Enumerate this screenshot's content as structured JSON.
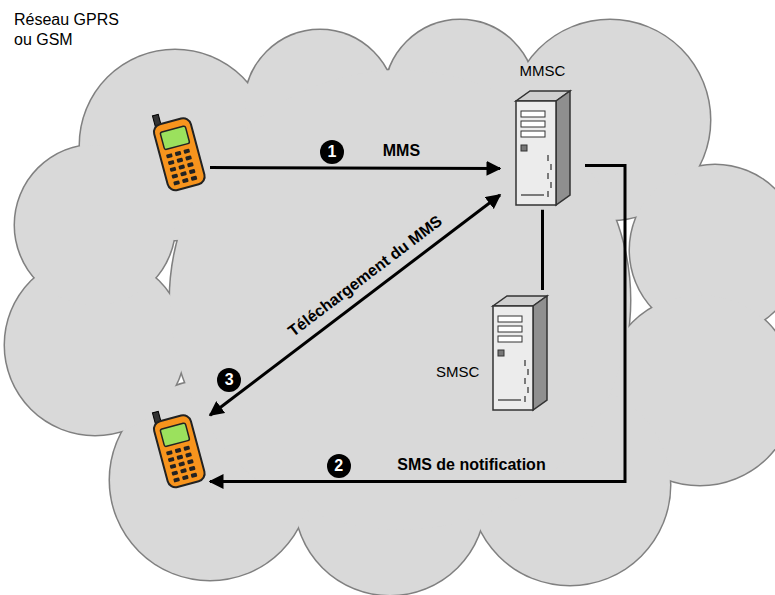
{
  "diagram": {
    "nodes": [
      {
        "text": [
          "Réseau GPRS ou GSM"
        ]
      },
      {
        "text": [],
        "in": 0
      },
      {
        "text": [
          "MMSC"
        ],
        "in": 0
      },
      {
        "text": [
          "SMSC"
        ],
        "in": 0
      },
      {
        "text": [],
        "in": 0
      }
    ],
    "edges": [
      {
        "from": 1,
        "to": 2,
        "arrow": "to",
        "label": "MMS"
      },
      {
        "from": 2,
        "to": 4,
        "arrow": "both",
        "label": "Téléchargement du MMS"
      },
      {
        "from": 2,
        "to": 4,
        "arrow": "to",
        "label": "SMS de notification"
      },
      {
        "from": 2,
        "to": 3,
        "arrow": "none"
      }
    ],
    "labels": [
      "1",
      "2",
      "3"
    ]
  }
}
